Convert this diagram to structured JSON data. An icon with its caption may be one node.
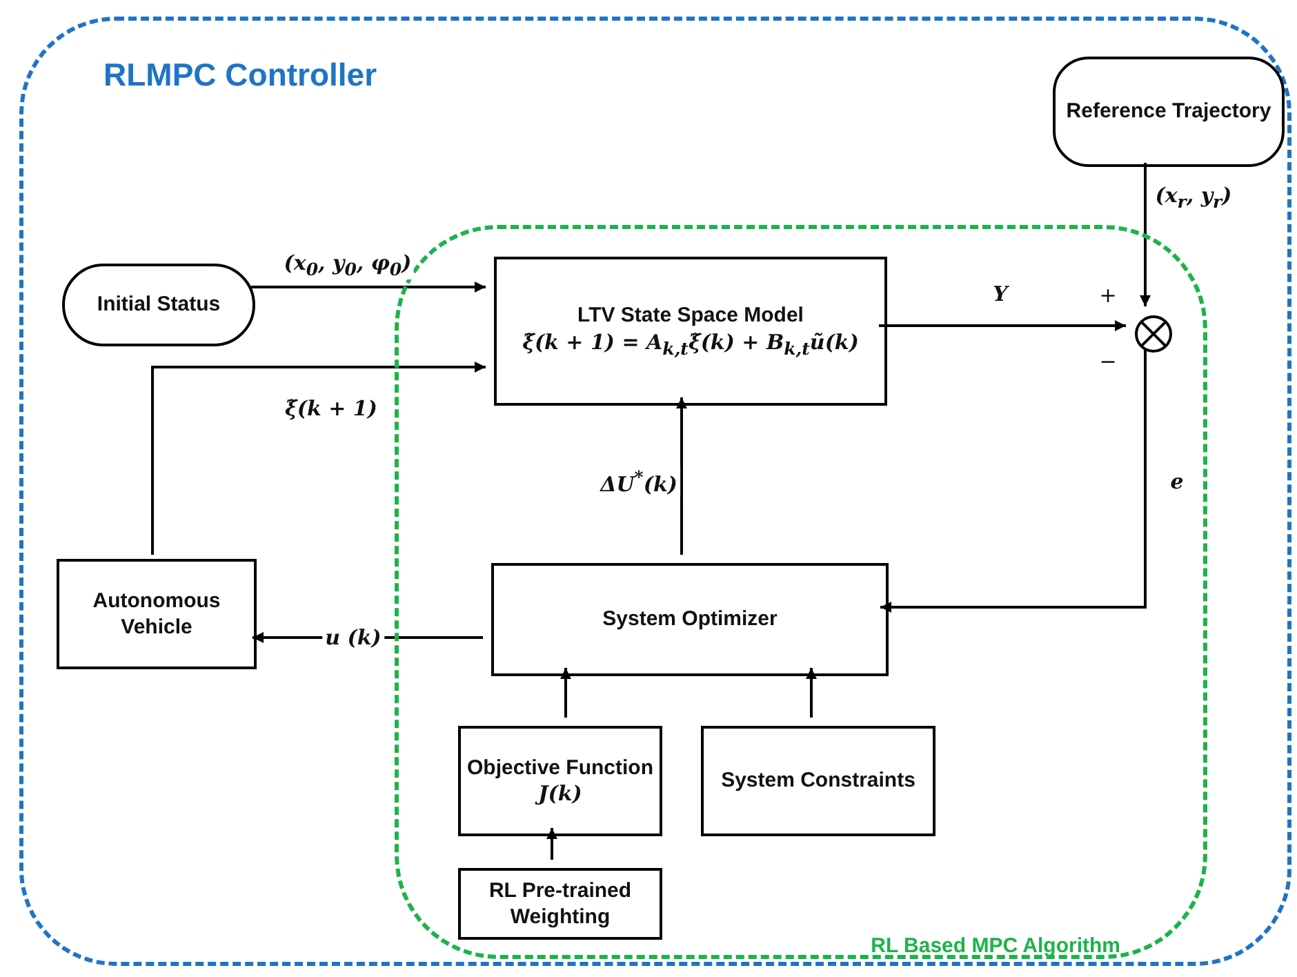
{
  "diagram": {
    "nodes": [
      {
        "text": [
          "RLMPC Controller"
        ]
      },
      {
        "text": [
          "RL Based MPC Algorithm"
        ],
        "in": 0
      },
      {
        "text": [
          "Reference Trajectory"
        ],
        "in": 0
      },
      {
        "text": [
          "Initial Status"
        ],
        "in": 0
      },
      {
        "text": [
          "LTV State Space Model",
          "ξ̃(k + 1) = A$_{k,t}$ξ̃(k) + B$_{k,t}$ũ(k)"
        ],
        "in": 1
      },
      {
        "text": [],
        "shape": "circle",
        "in": 1
      },
      {
        "text": [
          "Autonomous Vehicle"
        ],
        "in": 0
      },
      {
        "text": [
          "System Optimizer"
        ],
        "in": 1
      },
      {
        "text": [
          "Objective Function",
          "J(k)"
        ],
        "in": 1
      },
      {
        "text": [
          "System Constraints"
        ],
        "in": 1
      },
      {
        "text": [
          "RL Pre-trained Weighting"
        ],
        "in": 1
      }
    ],
    "edges": [
      {
        "from": 2,
        "to": 5,
        "arrow": "to",
        "label": "(x$_{r}$, y$_{r}$)"
      },
      {
        "from": 3,
        "to": 4,
        "arrow": "to",
        "label": "(x$_{0}$, y$_{0}$, φ$_{0}$)"
      },
      {
        "from": 4,
        "to": 5,
        "arrow": "to",
        "label": "Υ"
      },
      {
        "from": 5,
        "to": 7,
        "arrow": "to",
        "label": "e"
      },
      {
        "from": 7,
        "to": 4,
        "arrow": "to",
        "label": "ΔU$^{*}$(k)"
      },
      {
        "from": 7,
        "to": 6,
        "arrow": "to",
        "label": "u (k)"
      },
      {
        "from": 6,
        "to": 4,
        "arrow": "to",
        "label": "ξ̃(k + 1)"
      },
      {
        "from": 8,
        "to": 7,
        "arrow": "to"
      },
      {
        "from": 9,
        "to": 7,
        "arrow": "to"
      },
      {
        "from": 10,
        "to": 8,
        "arrow": "to"
      }
    ],
    "labels": [
      "+",
      "−"
    ]
  }
}
